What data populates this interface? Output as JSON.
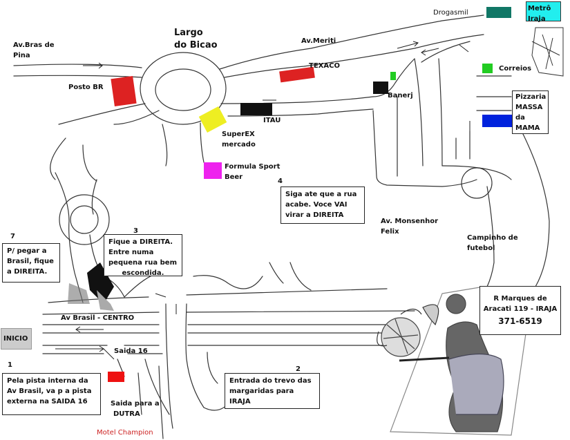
{
  "title": {
    "line1": "Largo",
    "line2": "do Bicao"
  },
  "streets": {
    "bras_de_pina": {
      "line1": "Av.Bras de",
      "line2": "Pina"
    },
    "meriti": "Av.Meriti",
    "monsenhor": {
      "line1": "Av. Monsenhor",
      "line2": "Felix"
    },
    "av_brasil": "Av Brasil - CENTRO"
  },
  "places": {
    "drogasmil": "Drogasmil",
    "metro": {
      "line1": "Metrô",
      "line2": "Iraja"
    },
    "texaco": "TEXACO",
    "posto_br": "Posto BR",
    "correios": "Correios",
    "banerj": "Banerj",
    "itau": "ITAU",
    "superex": {
      "line1": "SuperEX",
      "line2": "mercado"
    },
    "formula": {
      "line1": "Formula Sport",
      "line2": "Beer"
    },
    "pizzaria": {
      "line1": "Pizzaria",
      "line2": "MASSA",
      "line3": "da",
      "line4": "MAMA"
    },
    "campinho": {
      "line1": "Campinho de",
      "line2": "futebol"
    },
    "saida16": "Saida 16",
    "motel": "Motel Champion",
    "inicio": "INICIO"
  },
  "steps": {
    "s1": {
      "num": "1",
      "lines": [
        "Pela pista interna da",
        "Av Brasil, va p a pista",
        "externa na SAIDA 16"
      ]
    },
    "s2": {
      "num": "2",
      "lines": [
        "Entrada do trevo das",
        "margaridas para",
        "IRAJA"
      ]
    },
    "s3": {
      "num": "3",
      "lines": [
        "Fique a DIREITA.",
        "Entre numa",
        "pequena rua bem",
        "escondida."
      ]
    },
    "s4": {
      "num": "4",
      "lines": [
        "Siga ate que a rua",
        "acabe. Voce VAI",
        "virar a DIREITA"
      ]
    },
    "s7": {
      "num": "7",
      "lines": [
        "P/ pegar a",
        "Brasil, fique",
        "a DIREITA."
      ]
    },
    "exit": {
      "lines": [
        "Saida para a",
        "DUTRA"
      ]
    }
  },
  "address": {
    "line1": "R Marques de",
    "line2": "Aracati 119 - IRAJA",
    "phone": "371-6519"
  },
  "colors": {
    "posto_br": "#dd2222",
    "texaco": "#dd2222",
    "superex": "#eeee22",
    "itau": "#111111",
    "formula": "#ee22ee",
    "correios": "#22cc22",
    "banerj": "#111111",
    "banerj_accent": "#22cc22",
    "drogasmil": "#117766",
    "metro": "#22eeee",
    "pizzaria": "#0022dd",
    "motel": "#ee1111",
    "inicio_bg": "#cccccc"
  }
}
